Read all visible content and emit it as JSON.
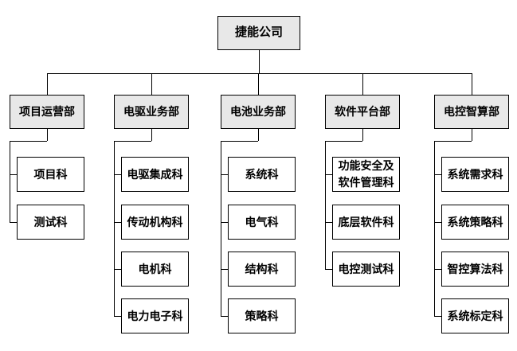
{
  "diagram": {
    "title": "org-chart",
    "colors": {
      "level_box_fill": "#e8e8e8",
      "section_box_fill": "#ffffff",
      "border": "#000000",
      "line": "#000000",
      "text": "#000000",
      "background": "#ffffff"
    },
    "root": {
      "label": "捷能公司"
    },
    "departments": [
      {
        "label": "项目运营部",
        "children": [
          "项目科",
          "测试科"
        ]
      },
      {
        "label": "电驱业务部",
        "children": [
          "电驱集成科",
          "传动机构科",
          "电机科",
          "电力电子科"
        ]
      },
      {
        "label": "电池业务部",
        "children": [
          "系统科",
          "电气科",
          "结构科",
          "策略科"
        ]
      },
      {
        "label": "软件平台部",
        "children": [
          "功能安全及软件管理科",
          "底层软件科",
          "电控测试科"
        ]
      },
      {
        "label": "电控智算部",
        "children": [
          "系统需求科",
          "系统策略科",
          "智控算法科",
          "系统标定科"
        ]
      }
    ]
  }
}
